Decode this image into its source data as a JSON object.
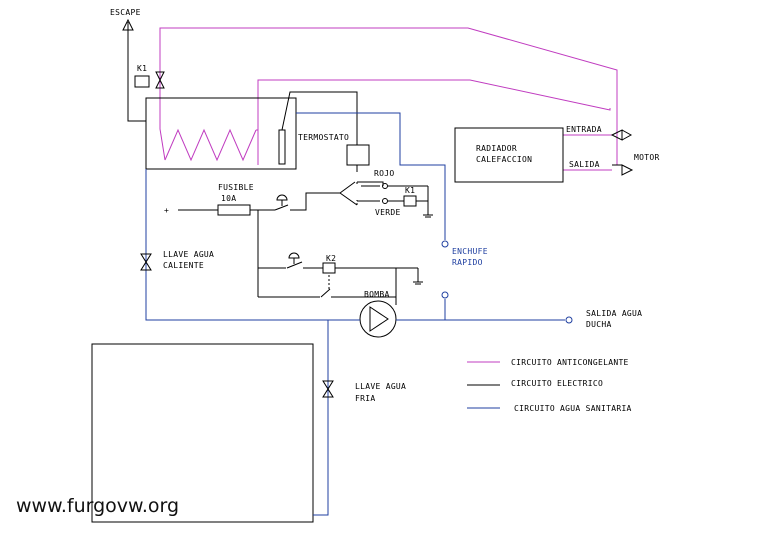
{
  "labels": {
    "escape": "ESCAPE",
    "k1_valve": "K1",
    "termostato": "TERMOSTATO",
    "radiador_line1": "RADIADOR",
    "radiador_line2": "CALEFACCION",
    "entrada": "ENTRADA",
    "salida": "SALIDA",
    "motor": "MOTOR",
    "rojo": "ROJO",
    "k1_relay": "K1",
    "verde": "VERDE",
    "fusible_line1": "FUSIBLE",
    "fusible_line2": "10A",
    "plus": "+",
    "enchufe_line1": "ENCHUFE",
    "enchufe_line2": "RAPIDO",
    "llave_caliente_line1": "LLAVE AGUA",
    "llave_caliente_line2": "CALIENTE",
    "k2": "K2",
    "bomba": "BOMBA",
    "salida_agua_line1": "SALIDA AGUA",
    "salida_agua_line2": "DUCHA",
    "llave_fria_line1": "LLAVE AGUA",
    "llave_fria_line2": "FRIA"
  },
  "legend": [
    {
      "label": "CIRCUITO ANTICONGELANTE",
      "color": "#c03cc0"
    },
    {
      "label": "CIRCUITO ELECTRICO",
      "color": "#000000"
    },
    {
      "label": "CIRCUITO AGUA SANITARIA",
      "color": "#1f3fa0"
    }
  ],
  "watermark": "www.furgovw.org"
}
